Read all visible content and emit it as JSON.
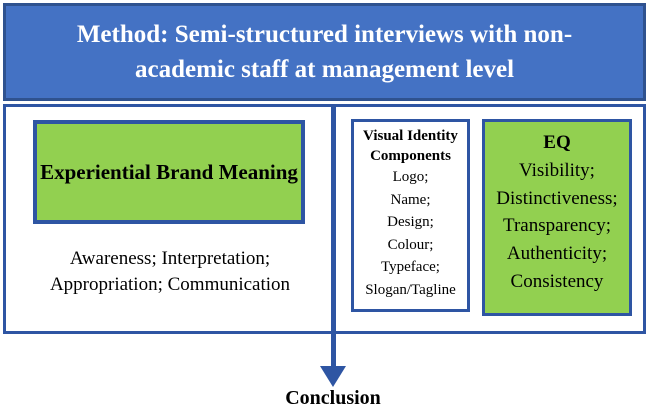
{
  "colors": {
    "header_fill": "#4472C4",
    "header_border": "#2F528F",
    "line_blue": "#2E55A3",
    "highlight_green": "#92D050",
    "header_text": "#FFFFFF",
    "body_text": "#000000"
  },
  "header": {
    "title": "Method: Semi-structured interviews with non-academic staff at management level",
    "title_lines": [
      "Method: Semi-structured interviews with non-",
      "academic staff at management level"
    ]
  },
  "left_panel": {
    "box_title": "Experiential Brand Meaning",
    "description_lines": [
      "Awareness; Interpretation;",
      "Appropriation; Communication"
    ]
  },
  "right_panel": {
    "visual_identity": {
      "title": "Visual Identity Components",
      "items": [
        "Logo;",
        "Name;",
        "Design;",
        "Colour;",
        "Typeface;",
        "Slogan/Tagline"
      ]
    },
    "eq": {
      "title": "EQ",
      "items": [
        "Visibility;",
        "Distinctiveness;",
        "Transparency;",
        "Authenticity;",
        "Consistency"
      ]
    }
  },
  "footer": {
    "label": "Conclusion"
  }
}
